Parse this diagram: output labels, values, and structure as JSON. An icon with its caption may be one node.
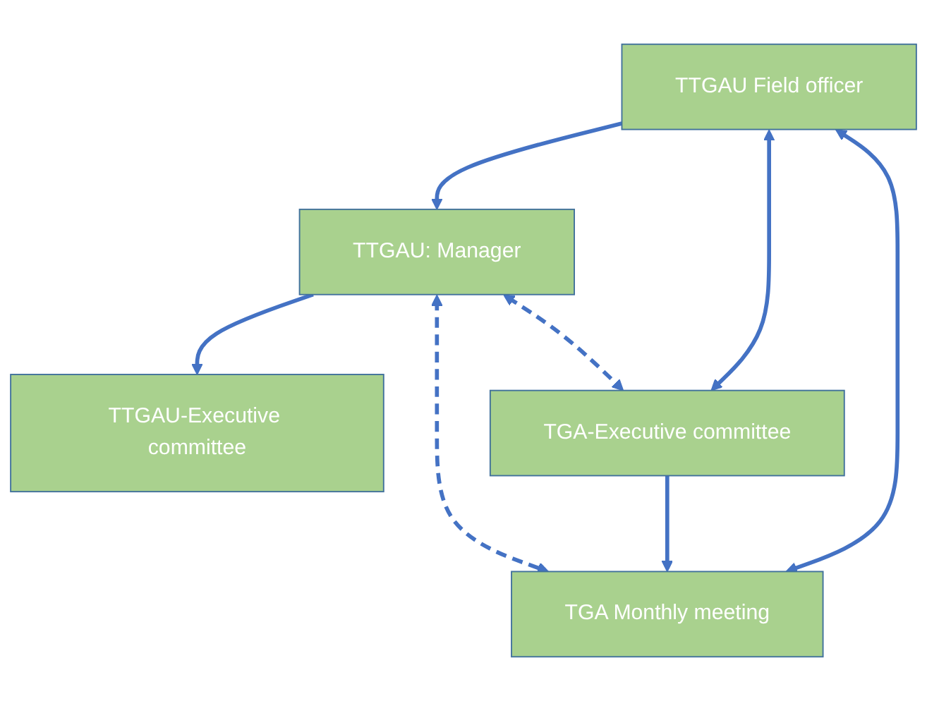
{
  "diagram": {
    "nodes": [
      {
        "text": [
          "TTGAU-Executive committee"
        ]
      },
      {
        "text": [
          "TTGAU: Manager"
        ]
      },
      {
        "text": [
          "TTGAU Field officer"
        ]
      },
      {
        "text": [
          "TGA Monthly meeting"
        ]
      },
      {
        "text": [
          "TGA-Executive committee"
        ]
      }
    ],
    "edges": [
      {
        "from": 1,
        "to": 0,
        "arrow": "to"
      },
      {
        "from": 2,
        "to": 1,
        "arrow": "to"
      },
      {
        "from": 1,
        "to": 3,
        "arrow": "both",
        "style": "dashed"
      },
      {
        "from": 1,
        "to": 4,
        "arrow": "both",
        "style": "dashed"
      },
      {
        "from": 4,
        "to": 3,
        "arrow": "to"
      },
      {
        "from": 2,
        "to": 3,
        "arrow": "both"
      },
      {
        "from": 2,
        "to": 4,
        "arrow": "both"
      }
    ]
  }
}
